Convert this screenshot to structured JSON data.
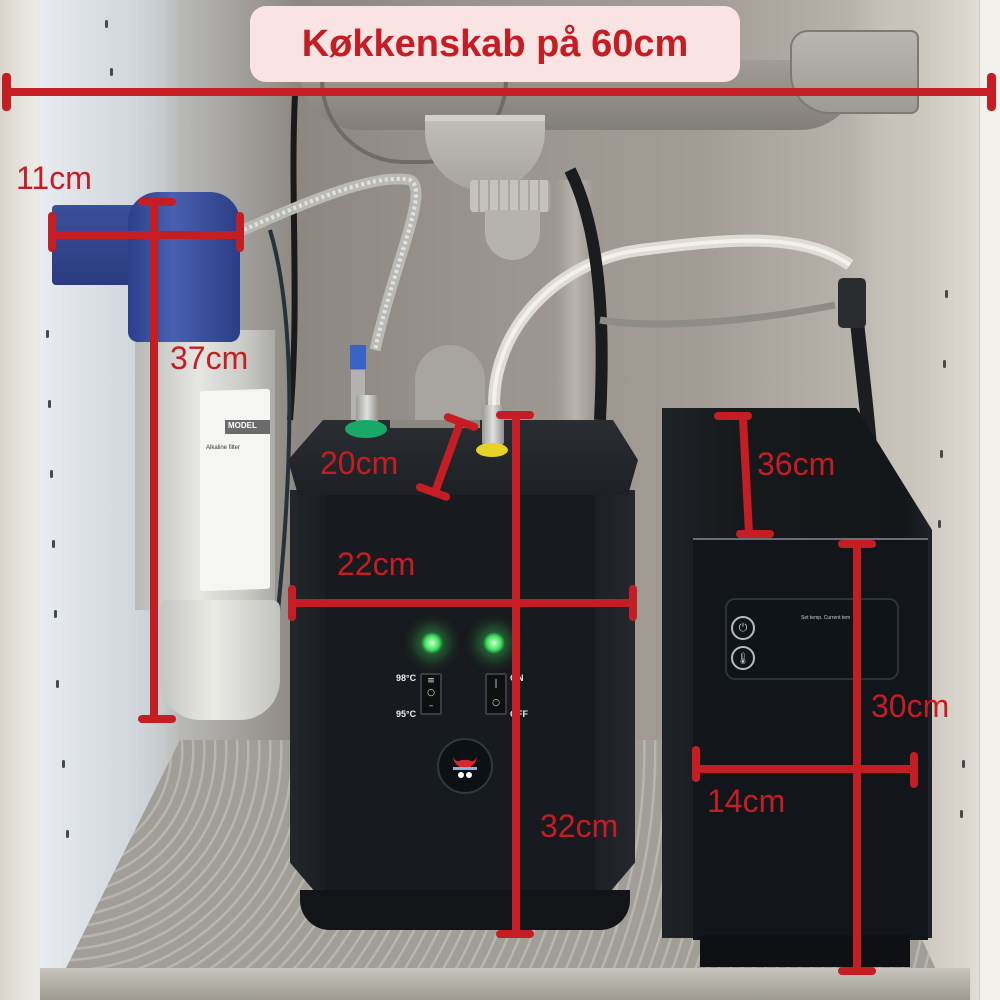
{
  "title": {
    "text": "Køkkenskab på 60cm",
    "background": "#f9e3e3",
    "color": "#c41e24"
  },
  "annotation_color": "#c41e24",
  "dimensions": {
    "cabinet_width": "60cm",
    "filter_width": "11cm",
    "filter_height": "37cm",
    "heater_depth": "20cm",
    "heater_width": "22cm",
    "heater_height": "32cm",
    "ro_depth": "36cm",
    "ro_height": "30cm",
    "ro_width": "14cm"
  },
  "heater_unit": {
    "temp_high": "98°C",
    "temp_low": "95°C",
    "power_on": "ON",
    "power_off": "OFF"
  },
  "ro_unit": {
    "display_text": "Set temp.  Current tem",
    "power_icon": "power-icon",
    "temp_icon": "thermometer-icon"
  },
  "filter": {
    "label_heading": "MODEL",
    "label_title": "Alkaline filter"
  }
}
